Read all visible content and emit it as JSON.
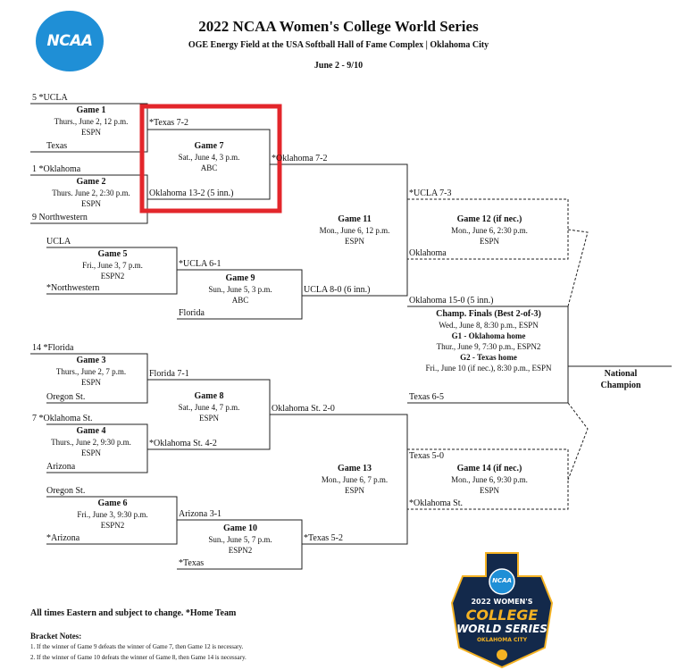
{
  "header": {
    "logo_text": "NCAA",
    "title": "2022 NCAA Women's College World Series",
    "venue": "OGE Energy Field at the USA Softball Hall of Fame Complex | Oklahoma City",
    "dates": "June 2 - 9/10"
  },
  "bracket": {
    "teams": {
      "ucla_seed": "5  *UCLA",
      "texas_r1": "Texas",
      "oklahoma_seed": "1  *Oklahoma",
      "northwestern_seed": "9  Northwestern",
      "ucla_g5": "UCLA",
      "northwestern_g5": "*Northwestern",
      "florida_g9": "Florida",
      "florida_seed": "14  *Florida",
      "oregonst_g3": "Oregon St.",
      "okst_seed": "7  *Oklahoma St.",
      "arizona_g4": "Arizona",
      "oregonst_g6": "Oregon St.",
      "arizona_g6": "*Arizona",
      "texas_g10": "*Texas"
    },
    "results": {
      "g1": "*Texas  7-2",
      "g2": "Oklahoma  13-2 (5 inn.)",
      "g7": "*Oklahoma  7-2",
      "g5": "*UCLA  6-1",
      "g9": "UCLA  8-0 (6 inn.)",
      "g11_top": "*UCLA  7-3",
      "g11_bottom": "Oklahoma",
      "g12": "Oklahoma  15-0 (5 inn.)",
      "g3": "Florida  7-1",
      "g4": "*Oklahoma St.  4-2",
      "g8": "Oklahoma St.  2-0",
      "g6": "Arizona  3-1",
      "g10": "*Texas  5-2",
      "g13_top": "Texas  5-0",
      "g13_bottom": "*Oklahoma St.",
      "g14": "Texas  6-5"
    },
    "games": {
      "g1": {
        "title": "Game 1",
        "time": "Thurs., June 2, 12 p.m.",
        "tv": "ESPN"
      },
      "g2": {
        "title": "Game 2",
        "time": "Thurs. June 2, 2:30 p.m.",
        "tv": "ESPN"
      },
      "g7": {
        "title": "Game 7",
        "time": "Sat., June 4, 3 p.m.",
        "tv": "ABC"
      },
      "g5": {
        "title": "Game 5",
        "time": "Fri., June 3, 7 p.m.",
        "tv": "ESPN2"
      },
      "g9": {
        "title": "Game 9",
        "time": "Sun., June 5, 3 p.m.",
        "tv": "ABC"
      },
      "g11": {
        "title": "Game 11",
        "time": "Mon., June 6, 12 p.m.",
        "tv": "ESPN"
      },
      "g12": {
        "title": "Game 12 (if nec.)",
        "time": "Mon., June 6, 2:30 p.m.",
        "tv": "ESPN"
      },
      "g3": {
        "title": "Game 3",
        "time": "Thurs., June 2, 7 p.m.",
        "tv": "ESPN"
      },
      "g4": {
        "title": "Game 4",
        "time": "Thurs., June 2, 9:30 p.m.",
        "tv": "ESPN"
      },
      "g8": {
        "title": "Game 8",
        "time": "Sat., June 4, 7 p.m.",
        "tv": "ESPN"
      },
      "g6": {
        "title": "Game 6",
        "time": "Fri., June 3, 9:30 p.m.",
        "tv": "ESPN2"
      },
      "g10": {
        "title": "Game 10",
        "time": "Sun., June 5, 7 p.m.",
        "tv": "ESPN2"
      },
      "g13": {
        "title": "Game 13",
        "time": "Mon., June 6, 7 p.m.",
        "tv": "ESPN"
      },
      "g14": {
        "title": "Game 14 (if nec.)",
        "time": "Mon., June 6, 9:30 p.m.",
        "tv": "ESPN"
      }
    },
    "finals": {
      "title": "Champ. Finals (Best 2-of-3)",
      "g1_time": "Wed., June 8, 8:30 p.m., ESPN",
      "g1_home": "G1 - Oklahoma home",
      "g2_time": "Thur., June 9, 7:30 p.m., ESPN2",
      "g2_home": "G2 - Texas home",
      "g3_time": "Fri., June 10 (if nec.), 8:30 p.m., ESPN"
    },
    "champion_line1": "National",
    "champion_line2": "Champion"
  },
  "footer": {
    "disclaimer": "All times Eastern and subject to change. *Home Team",
    "notes_title": "Bracket Notes:",
    "note1": "1. If the winner of Game 9 defeats the winner of Game 7, then Game 12 is necessary.",
    "note2": "2. If the winner of Game 10 defeats the winner of Game 8, then Game 14 is necessary."
  },
  "badge": {
    "top": "NCAA",
    "line1": "2022 WOMEN'S",
    "line2": "COLLEGE",
    "line3": "WORLD SERIES",
    "line4": "OKLAHOMA CITY"
  },
  "colors": {
    "ncaa_blue": "#1f8fd6",
    "highlight_red": "#e3262b",
    "badge_navy": "#13294b",
    "badge_gold": "#f4b223"
  }
}
